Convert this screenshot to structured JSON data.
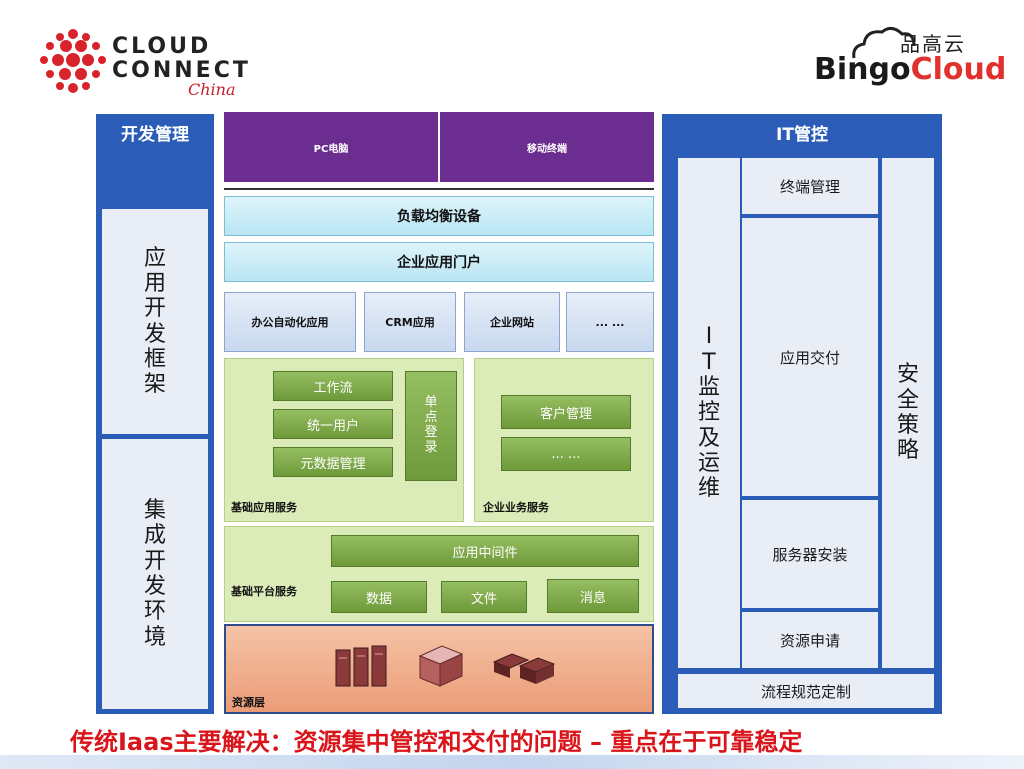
{
  "logos": {
    "cloudconnect": {
      "line1": "CLOUD",
      "line2": "CONNECT",
      "line3": "China"
    },
    "bingocloud": {
      "cn": "品高云",
      "en_part1": "Bingo",
      "en_part2": "Cloud"
    }
  },
  "left_panel": {
    "title": "开发管理",
    "box1": [
      "应",
      "用",
      "开",
      "发",
      "框",
      "架"
    ],
    "box2": [
      "集",
      "成",
      "开",
      "发",
      "环",
      "境"
    ]
  },
  "center": {
    "devices": {
      "pc": "PC电脑",
      "mobile": "移动终端"
    },
    "load_balancer": "负载均衡设备",
    "portal": "企业应用门户",
    "apps": [
      "办公自动化应用",
      "CRM应用",
      "企业网站",
      "... ..."
    ],
    "basic_app_services": {
      "label": "基础应用服务",
      "items": [
        "工作流",
        "统一用户",
        "元数据管理"
      ],
      "sso": [
        "单",
        "点",
        "登",
        "录"
      ]
    },
    "enterprise_services": {
      "label": "企业业务服务",
      "items": [
        "客户管理",
        "... ..."
      ]
    },
    "platform_services": {
      "label": "基础平台服务",
      "middleware": "应用中间件",
      "items": [
        "数据",
        "文件",
        "消息"
      ]
    },
    "resource_layer": {
      "label": "资源层"
    }
  },
  "right_panel": {
    "title": "IT管控",
    "monitor": [
      "I",
      "T",
      "监",
      "控",
      "及",
      "运",
      "维"
    ],
    "terminal_mgmt": "终端管理",
    "app_delivery": "应用交付",
    "server_install": "服务器安装",
    "resource_request": "资源申请",
    "security": [
      "安",
      "全",
      "策",
      "略"
    ],
    "process": "流程规范定制"
  },
  "caption": "传统Iaas主要解决：资源集中管控和交付的问题 – 重点在于可靠稳定",
  "colors": {
    "panel_blue": "#2a5cb8",
    "purple": "#6c2d91",
    "green": "#7aa745",
    "caption_red": "#d9141a",
    "bingo_red": "#e0312d"
  }
}
